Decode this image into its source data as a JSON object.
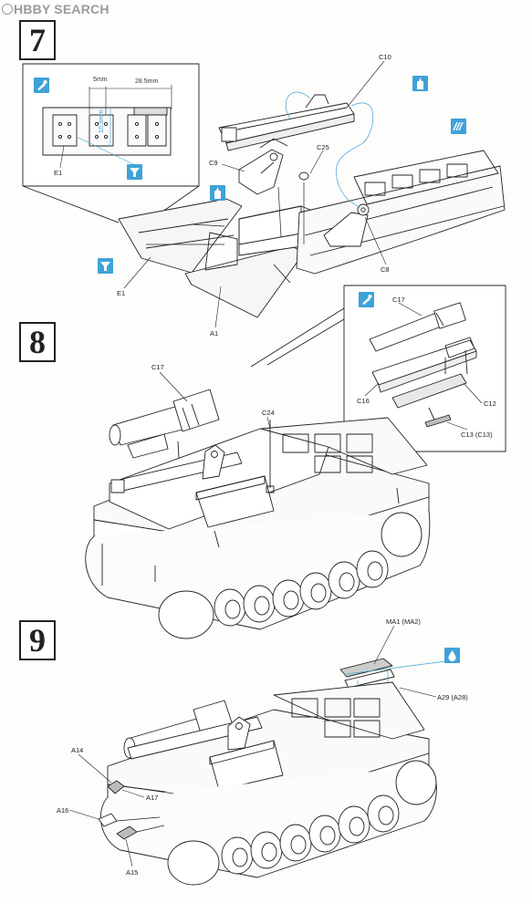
{
  "watermark": {
    "brand_a": "H",
    "brand_b": "BBY SEARCH"
  },
  "steps": [
    {
      "number": "7"
    },
    {
      "number": "8"
    },
    {
      "number": "9"
    }
  ],
  "step7": {
    "dim_5mm": "5mm",
    "dim_28_5mm": "28.5mm",
    "dim_10_3mm": "10.3mm",
    "labels": {
      "e1_inset": "E1",
      "c10": "C10",
      "c25": "C25",
      "c9": "C9",
      "c8": "C8",
      "e1": "E1",
      "a1": "A1"
    }
  },
  "step8": {
    "labels": {
      "c17_inset": "C17",
      "c16": "C16",
      "c12": "C12",
      "c13": "C13 (C13)",
      "c17": "C17",
      "c24": "C24"
    }
  },
  "step9": {
    "labels": {
      "ma1": "MA1 (MA2)",
      "a29": "A29 (A28)",
      "a14": "A14",
      "a17": "A17",
      "a16": "A16",
      "a15": "A15"
    }
  },
  "colors": {
    "icon": "#3ea2d8",
    "line": "#222222",
    "guide": "#3ea2d8"
  },
  "icons": [
    "paint-brush-icon",
    "glue-icon",
    "sticker-icon",
    "cut-off-icon",
    "paint-drop-icon"
  ]
}
